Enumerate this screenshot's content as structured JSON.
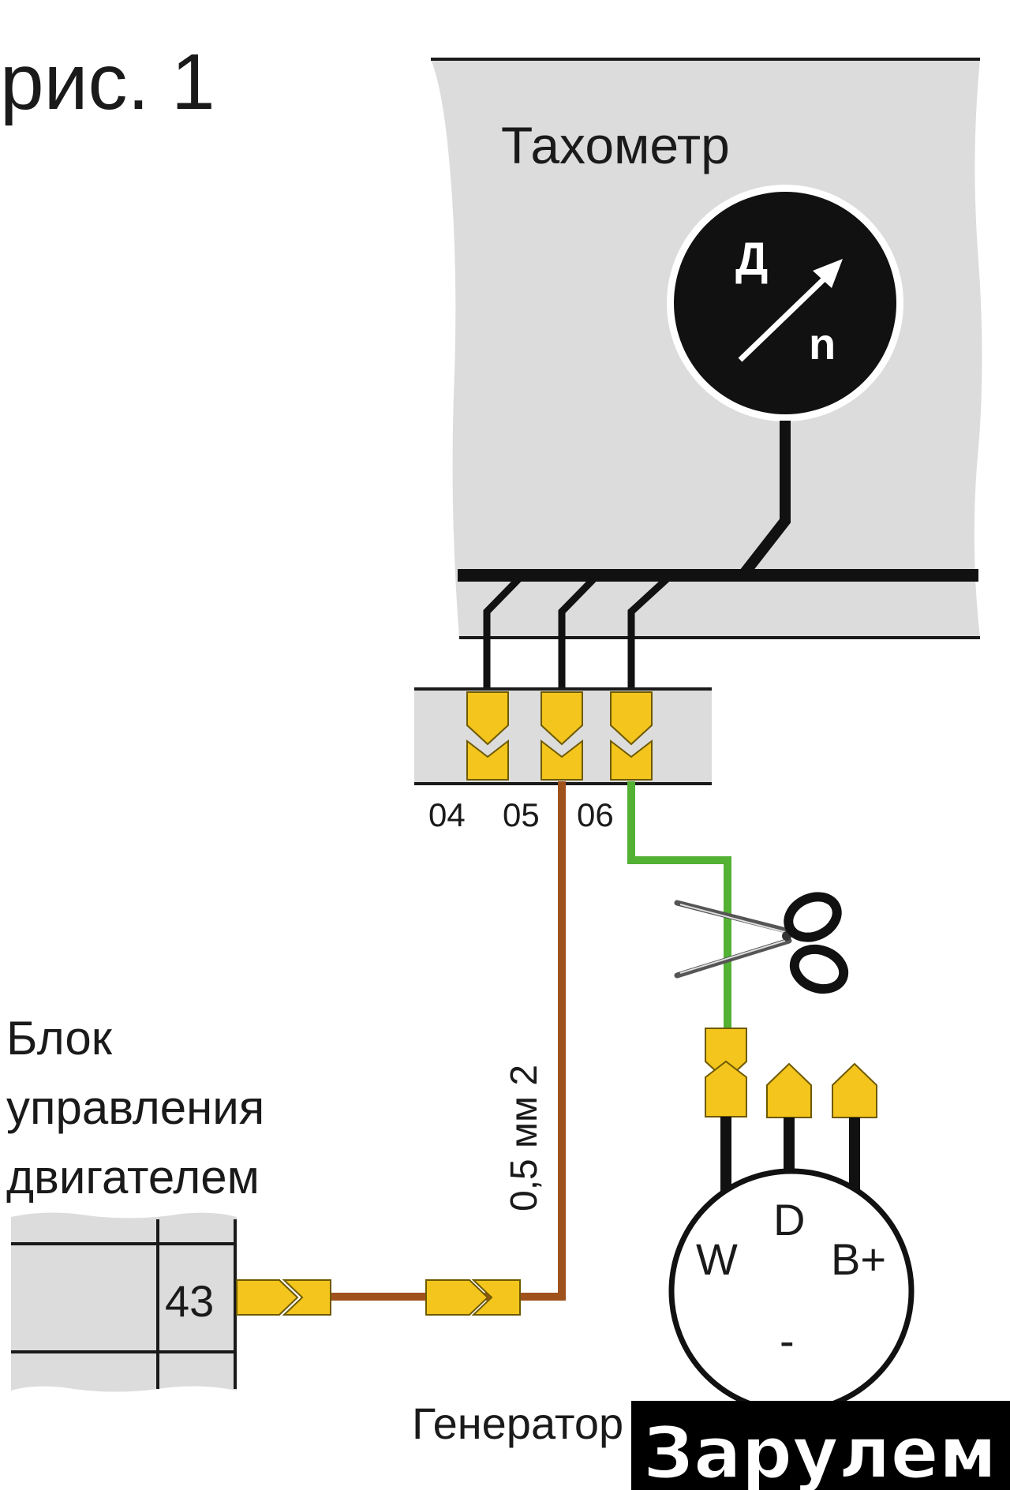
{
  "figure": {
    "label": "рис. 1"
  },
  "tachometer": {
    "title": "Тахометр",
    "gauge_letter": "Д",
    "gauge_symbol": "n"
  },
  "connector": {
    "pins": [
      "04",
      "05",
      "06"
    ]
  },
  "wire": {
    "cross_section": "0,5 мм 2",
    "color_brown": "#a0521d",
    "color_green": "#53b133"
  },
  "ecu": {
    "title_lines": [
      "Блок",
      "управления",
      "двигателем"
    ],
    "pin": "43"
  },
  "generator": {
    "label": "Генератор",
    "terminals": {
      "w": "W",
      "d": "D",
      "b_plus": "B+",
      "minus": "-"
    }
  },
  "icons": {
    "scissors": "scissors-icon"
  },
  "watermark": {
    "text": "Зарулем"
  },
  "colors": {
    "panel_gray": "#dcdcdc",
    "terminal_yellow": "#f3c51d",
    "line_black": "#111111"
  }
}
